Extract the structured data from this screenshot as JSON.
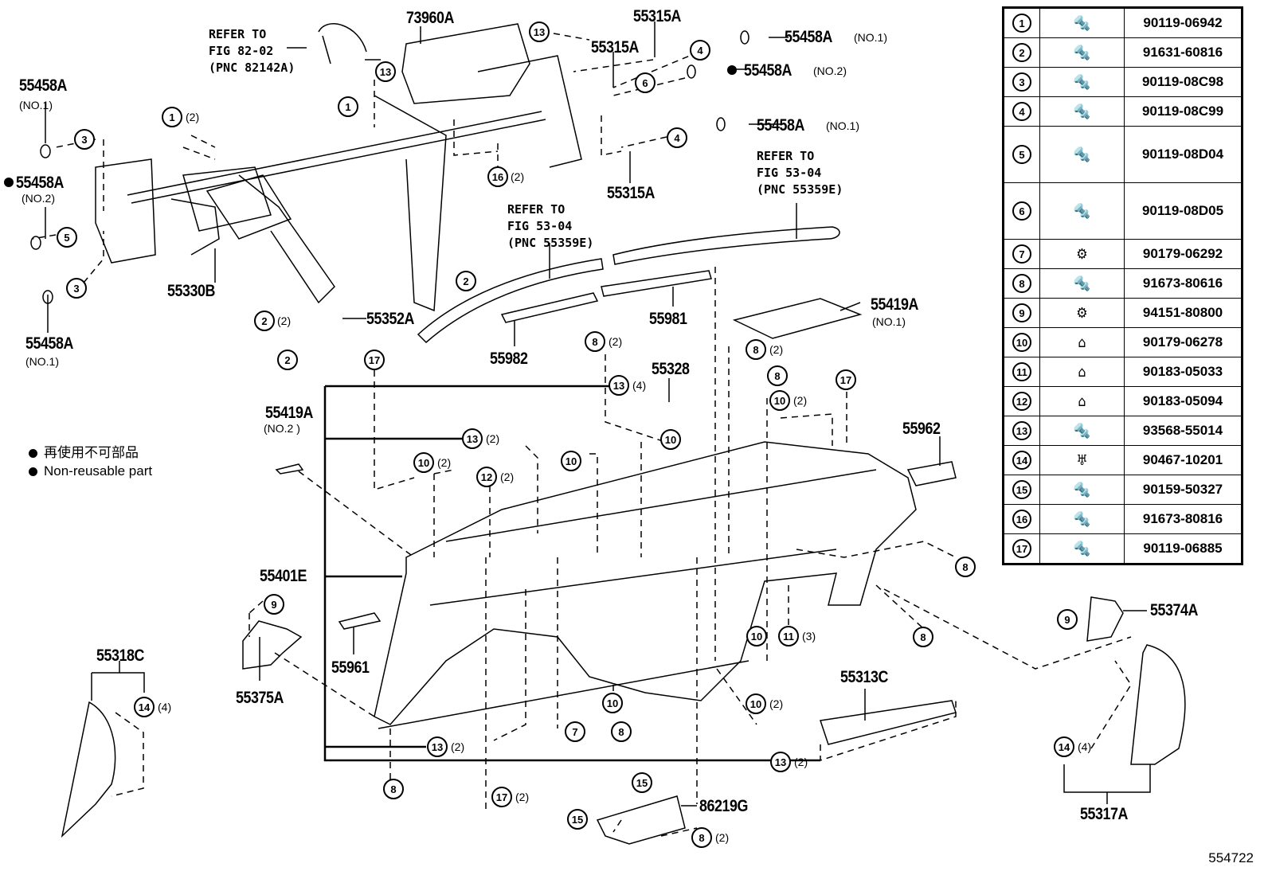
{
  "diagram": {
    "figure_id": "554722",
    "legend": {
      "japanese": "再使用不可部品",
      "english": "Non-reusable part",
      "marker": "filled-circle"
    },
    "part_labels": [
      {
        "id": "73960A",
        "text": "73960A"
      },
      {
        "id": "55315A_top",
        "text": "55315A"
      },
      {
        "id": "55315A_mid",
        "text": "55315A"
      },
      {
        "id": "55315A_low",
        "text": "55315A"
      },
      {
        "id": "55458A_r1",
        "text": "55458A",
        "note": "(NO.1)"
      },
      {
        "id": "55458A_r2",
        "text": "55458A",
        "note": "(NO.2)",
        "non_reusable": true
      },
      {
        "id": "55458A_r3",
        "text": "55458A",
        "note": "(NO.1)"
      },
      {
        "id": "55458A_l1",
        "text": "55458A",
        "note": "(NO.1)"
      },
      {
        "id": "55458A_l2",
        "text": "55458A",
        "note": "(NO.2)",
        "non_reusable": true
      },
      {
        "id": "55458A_l3",
        "text": "55458A",
        "note": "(NO.1)"
      },
      {
        "id": "55330B",
        "text": "55330B"
      },
      {
        "id": "55352A",
        "text": "55352A"
      },
      {
        "id": "55982",
        "text": "55982"
      },
      {
        "id": "55981",
        "text": "55981"
      },
      {
        "id": "55419A_1",
        "text": "55419A",
        "note": "(NO.1)"
      },
      {
        "id": "55419A_2",
        "text": "55419A",
        "note": "(NO.2 )"
      },
      {
        "id": "55328",
        "text": "55328"
      },
      {
        "id": "55962",
        "text": "55962"
      },
      {
        "id": "55401E",
        "text": "55401E"
      },
      {
        "id": "55961",
        "text": "55961"
      },
      {
        "id": "55375A",
        "text": "55375A"
      },
      {
        "id": "55318C",
        "text": "55318C"
      },
      {
        "id": "55313C",
        "text": "55313C"
      },
      {
        "id": "55374A",
        "text": "55374A"
      },
      {
        "id": "55317A",
        "text": "55317A"
      },
      {
        "id": "86219G",
        "text": "86219G"
      }
    ],
    "references": [
      {
        "id": "ref_82",
        "lines": "REFER TO\nFIG 82-02\n(PNC 82142A)"
      },
      {
        "id": "ref_53a",
        "lines": "REFER TO\nFIG 53-04\n(PNC 55359E)"
      },
      {
        "id": "ref_53b",
        "lines": "REFER TO\nFIG 53-04\n(PNC 55359E)"
      }
    ],
    "callouts": [
      {
        "n": "13",
        "qty": ""
      },
      {
        "n": "13",
        "qty": ""
      },
      {
        "n": "1",
        "qty": "(2)"
      },
      {
        "n": "1",
        "qty": ""
      },
      {
        "n": "3",
        "qty": ""
      },
      {
        "n": "5",
        "qty": ""
      },
      {
        "n": "3",
        "qty": ""
      },
      {
        "n": "4",
        "qty": ""
      },
      {
        "n": "6",
        "qty": ""
      },
      {
        "n": "4",
        "qty": ""
      },
      {
        "n": "16",
        "qty": "(2)"
      },
      {
        "n": "2",
        "qty": ""
      },
      {
        "n": "2",
        "qty": "(2)"
      },
      {
        "n": "2",
        "qty": ""
      },
      {
        "n": "17",
        "qty": ""
      },
      {
        "n": "8",
        "qty": "(2)"
      },
      {
        "n": "13",
        "qty": "(4)"
      },
      {
        "n": "8",
        "qty": "(2)"
      },
      {
        "n": "8",
        "qty": ""
      },
      {
        "n": "10",
        "qty": "(2)"
      },
      {
        "n": "17",
        "qty": ""
      },
      {
        "n": "13",
        "qty": "(2)"
      },
      {
        "n": "10",
        "qty": "(2)"
      },
      {
        "n": "12",
        "qty": "(2)"
      },
      {
        "n": "10",
        "qty": ""
      },
      {
        "n": "10",
        "qty": ""
      },
      {
        "n": "8",
        "qty": ""
      },
      {
        "n": "9",
        "qty": ""
      },
      {
        "n": "10",
        "qty": ""
      },
      {
        "n": "11",
        "qty": "(3)"
      },
      {
        "n": "8",
        "qty": ""
      },
      {
        "n": "9",
        "qty": ""
      },
      {
        "n": "14",
        "qty": "(4)"
      },
      {
        "n": "10",
        "qty": ""
      },
      {
        "n": "10",
        "qty": "(2)"
      },
      {
        "n": "7",
        "qty": ""
      },
      {
        "n": "8",
        "qty": ""
      },
      {
        "n": "13",
        "qty": "(2)"
      },
      {
        "n": "13",
        "qty": "(2)"
      },
      {
        "n": "8",
        "qty": ""
      },
      {
        "n": "17",
        "qty": "(2)"
      },
      {
        "n": "15",
        "qty": ""
      },
      {
        "n": "15",
        "qty": ""
      },
      {
        "n": "8",
        "qty": "(2)"
      },
      {
        "n": "14",
        "qty": "(4)"
      }
    ]
  },
  "fastener_table": {
    "rows": [
      {
        "n": "1",
        "icon": "bolt-icon",
        "part": "90119-06942"
      },
      {
        "n": "2",
        "icon": "bolt-icon",
        "part": "91631-60816"
      },
      {
        "n": "3",
        "icon": "bolt-icon",
        "part": "90119-08C98"
      },
      {
        "n": "4",
        "icon": "bolt-long-icon",
        "part": "90119-08C99"
      },
      {
        "n": "5",
        "icon": "bolt-extra-long-icon",
        "part": "90119-08D04"
      },
      {
        "n": "6",
        "icon": "bolt-extra-long-icon",
        "part": "90119-08D05"
      },
      {
        "n": "7",
        "icon": "nut-icon",
        "part": "90179-06292"
      },
      {
        "n": "8",
        "icon": "bolt-icon",
        "part": "91673-80616"
      },
      {
        "n": "9",
        "icon": "nut-icon",
        "part": "94151-80800"
      },
      {
        "n": "10",
        "icon": "clip-nut-icon",
        "part": "90179-06278"
      },
      {
        "n": "11",
        "icon": "clip-nut-icon",
        "part": "90183-05033"
      },
      {
        "n": "12",
        "icon": "clip-nut-icon",
        "part": "90183-05094"
      },
      {
        "n": "13",
        "icon": "screw-icon",
        "part": "93568-55014"
      },
      {
        "n": "14",
        "icon": "clip-icon",
        "part": "90467-10201"
      },
      {
        "n": "15",
        "icon": "bolt-icon",
        "part": "90159-50327"
      },
      {
        "n": "16",
        "icon": "bolt-icon",
        "part": "91673-80816"
      },
      {
        "n": "17",
        "icon": "screw-icon",
        "part": "90119-06885"
      }
    ]
  }
}
